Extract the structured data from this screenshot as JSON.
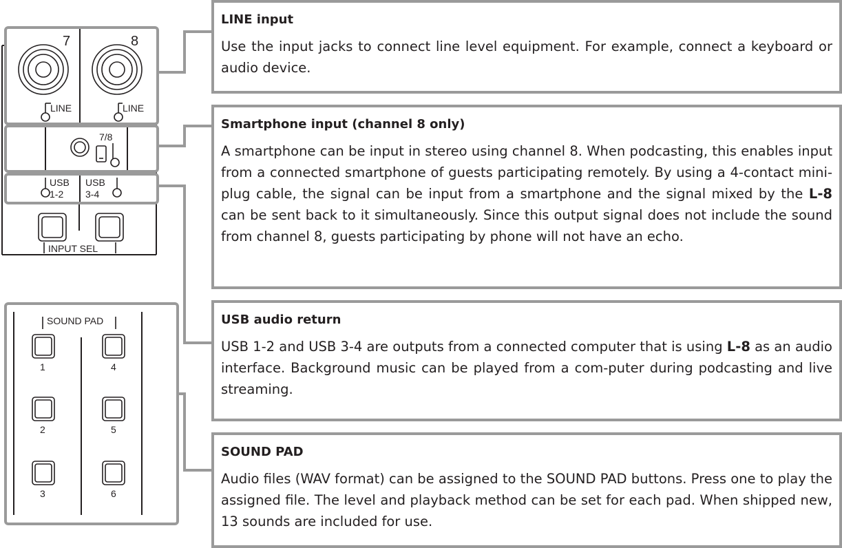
{
  "panel": {
    "channel_7": "7",
    "channel_8": "8",
    "line_label": "LINE",
    "smartphone_label": "7/8",
    "usb_12_line1": "USB",
    "usb_12_line2": "1-2",
    "usb_34_line1": "USB",
    "usb_34_line2": "3-4",
    "input_sel_label": "INPUT SEL",
    "sound_pad_label": "SOUND PAD",
    "pad_numbers": [
      "1",
      "2",
      "3",
      "4",
      "5",
      "6"
    ]
  },
  "sections": {
    "line_input": {
      "title": "LINE input",
      "text": "Use the input jacks to connect line level equipment. For example, connect a keyboard or audio device."
    },
    "smartphone_input": {
      "title": "Smartphone input (channel 8 only)",
      "text_1": "A smartphone can be input in stereo using channel 8. When podcasting, this enables input from a connected smartphone of guests participating remotely. By using a 4-contact mini-plug cable, the signal can be input from a smartphone and the signal mixed by the ",
      "product": "L-8",
      "text_2": " can be sent back to it simultaneously. Since this output signal does not include the sound from channel 8, guests participating by phone will not have an echo."
    },
    "usb_audio_return": {
      "title": "USB audio return",
      "text_1": "USB 1-2 and USB 3-4 are outputs from a connected computer that is using ",
      "product": "L-8",
      "text_2": " as an audio interface. Background music can be played from a com-puter during podcasting and live streaming."
    },
    "sound_pad": {
      "title": "SOUND PAD",
      "text": "Audio files (WAV format) can be assigned to the SOUND PAD buttons. Press one to play the assigned file. The level and playback method can be set for each pad. When shipped new, 13 sounds are included for use."
    }
  },
  "colors": {
    "frame_gray": "#9a9a9a",
    "ink": "#231f20"
  }
}
